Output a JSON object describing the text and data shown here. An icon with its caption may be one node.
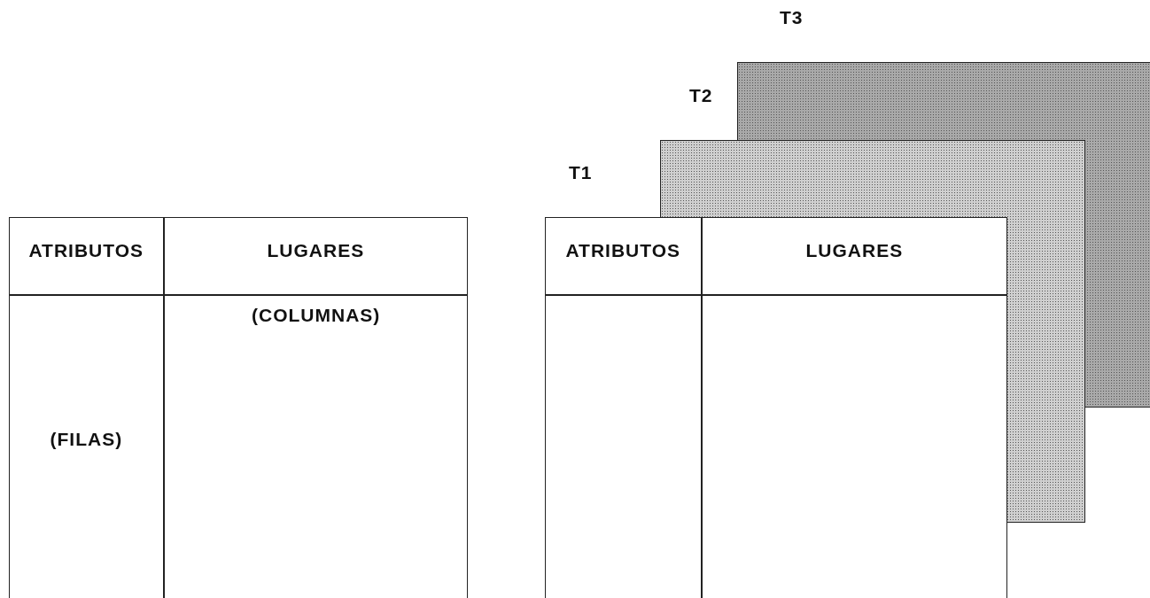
{
  "diagram": {
    "nodes": [
      {
        "text": [
          "ATRIBUTOS",
          "LUGARES",
          "(COLUMNAS)",
          "(FILAS)"
        ]
      },
      {
        "text": [
          "T1",
          "ATRIBUTOS",
          "LUGARES"
        ]
      },
      {
        "text": [
          "T2"
        ]
      },
      {
        "text": [
          "T3"
        ]
      }
    ],
    "edges": []
  }
}
